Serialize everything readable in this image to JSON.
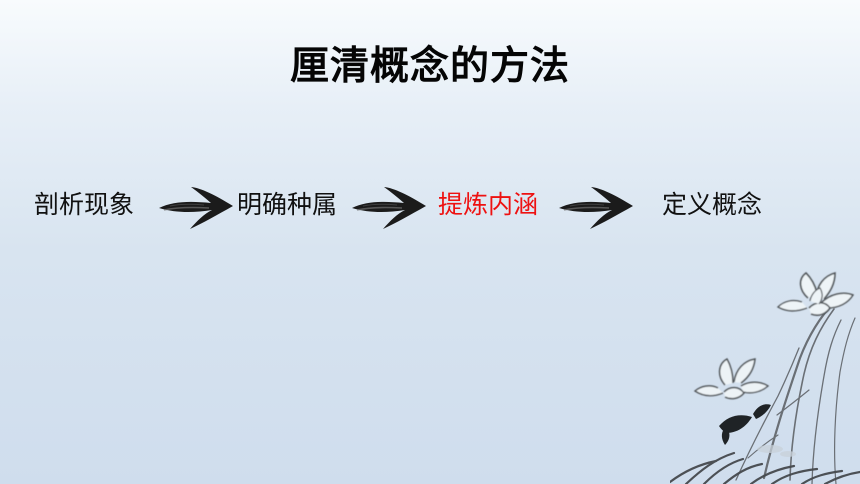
{
  "title": "厘清概念的方法",
  "steps": [
    {
      "label": "剖析现象",
      "color": "#111111"
    },
    {
      "label": "明确种属",
      "color": "#111111"
    },
    {
      "label": "提炼内涵",
      "color": "#ee1111"
    },
    {
      "label": "定义概念",
      "color": "#111111"
    }
  ],
  "arrows": [
    "brush-arrow-icon",
    "brush-arrow-icon",
    "brush-arrow-icon"
  ],
  "decoration": "lotus-ink-painting"
}
